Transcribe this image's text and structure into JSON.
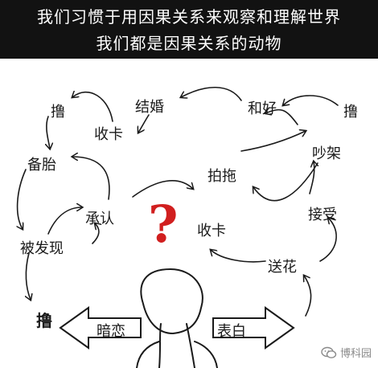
{
  "header": {
    "line1": "我们习惯于用因果关系来观察和理解世界",
    "line2": "我们都是因果关系的动物"
  },
  "labels": {
    "lu_top": "撸",
    "jiehun": "结婚",
    "hehao": "和好",
    "lu_right": "撸",
    "shouka_top": "收卡",
    "beitai": "备胎",
    "chaojia": "吵架",
    "paituo": "拍拖",
    "chengren": "承认",
    "jieshou": "接受",
    "shouka_center": "收卡",
    "beifaxian": "被发现",
    "songhua": "送花",
    "lu_bottom": "撸",
    "anlian": "暗恋",
    "biaobai": "表白"
  },
  "question_mark": "?",
  "watermark": {
    "icon": "wechat-icon",
    "text": "博科园"
  },
  "colors": {
    "header_bg": "#121212",
    "question_mark": "#d11f1f",
    "ink": "#1a1a1a"
  }
}
